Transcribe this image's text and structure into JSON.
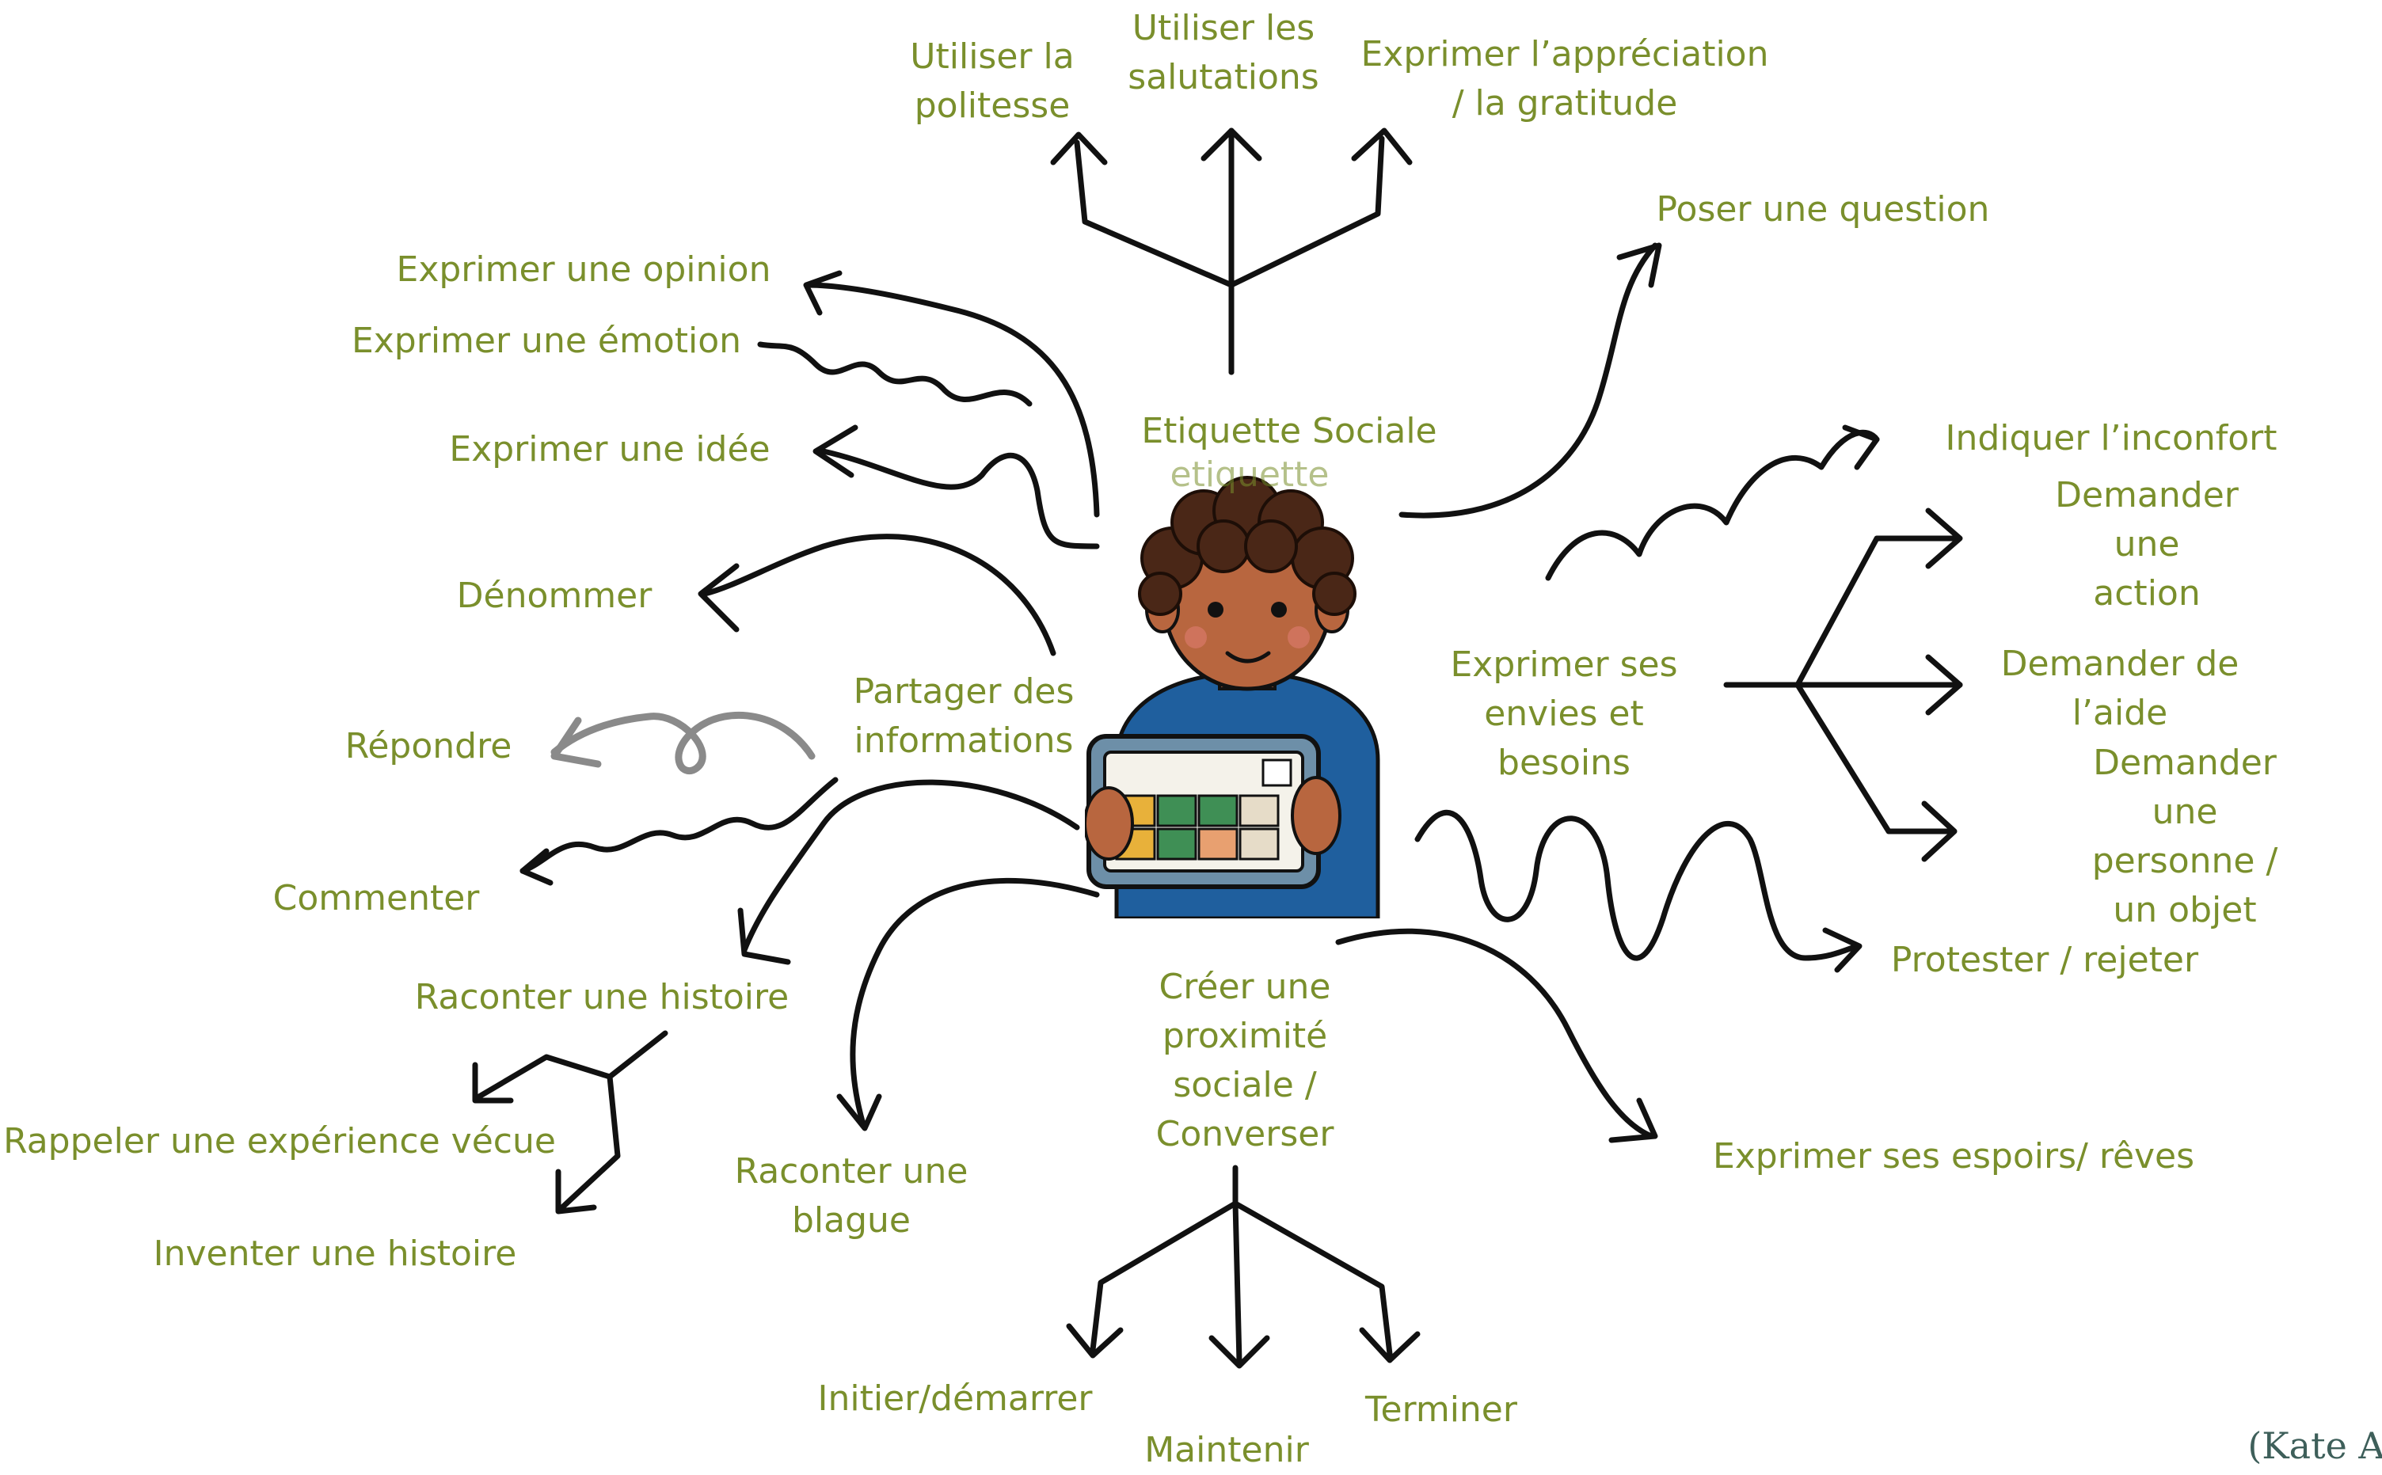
{
  "colors": {
    "label_green": "#7a8f2c",
    "arrow_black": "#111111",
    "arrow_grey": "#8a8a8a",
    "skin": "#b8663f",
    "hair": "#4a2717",
    "shirt": "#1f5f9e",
    "tablet": "#6d8fa8"
  },
  "hub_labels": {
    "social_etiquette": "Etiquette Sociale",
    "social_etiquette_overlap": "etiquette",
    "share_info": "Partager des\ninformations",
    "wants_needs": "Exprimer ses\nenvies et\nbesoins",
    "closeness": "Créer une\nproximité\nsociale /\nConverser"
  },
  "labels": {
    "politeness": "Utiliser la\npolitesse",
    "greetings": "Utiliser les\nsalutations",
    "gratitude": "Exprimer l’appréciation\n/ la gratitude",
    "ask_question": "Poser une question",
    "opinion": "Exprimer une opinion",
    "emotion": "Exprimer une émotion",
    "idea": "Exprimer une idée",
    "name": "Dénommer",
    "respond": "Répondre",
    "comment": "Commenter",
    "tell_story": "Raconter une histoire",
    "recall": "Rappeler une expérience vécue",
    "invent": "Inventer une histoire",
    "joke": "Raconter une\nblague",
    "discomfort": "Indiquer l’inconfort",
    "ask_action": "Demander une\naction",
    "ask_help": "Demander de\nl’aide",
    "ask_object": "Demander une\npersonne / un objet",
    "protest": "Protester / rejeter",
    "hopes": "Exprimer ses espoirs/ rêves",
    "initiate": "Initier/démarrer",
    "maintain": "Maintenir",
    "finish": "Terminer"
  },
  "credit": "(Kate A",
  "icons": [
    "child-illustration",
    "aac-tablet-icon"
  ]
}
